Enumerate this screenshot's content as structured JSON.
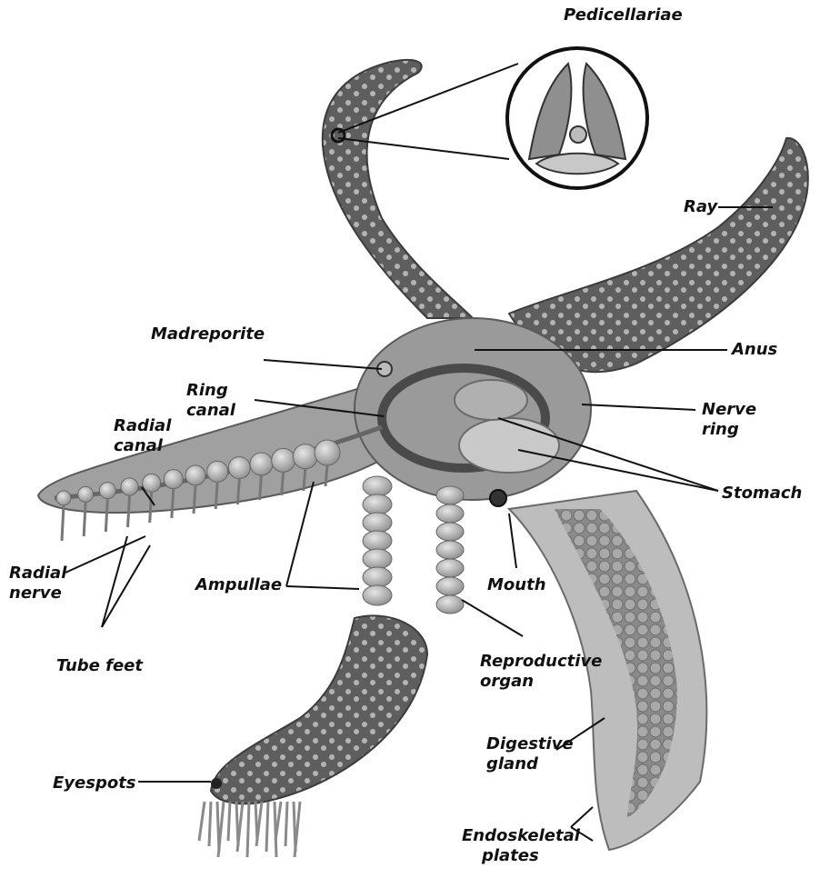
{
  "labels": {
    "pedicellariae": "Pedicellariae",
    "ray": "Ray",
    "madreporite": "Madreporite",
    "anus": "Anus",
    "ring_canal_1": "Ring",
    "ring_canal_2": "canal",
    "nerve_ring_1": "Nerve",
    "nerve_ring_2": "ring",
    "radial_canal_1": "Radial",
    "radial_canal_2": "canal",
    "stomach": "Stomach",
    "radial_nerve_1": "Radial",
    "radial_nerve_2": "nerve",
    "ampullae": "Ampullae",
    "mouth": "Mouth",
    "tube_feet": "Tube feet",
    "reproductive_organ_1": "Reproductive",
    "reproductive_organ_2": "organ",
    "digestive_gland_1": "Digestive",
    "digestive_gland_2": "gland",
    "eyespots": "Eyespots",
    "endoskeletal_plates_1": "Endoskeletal",
    "endoskeletal_plates_2": "plates"
  },
  "colors": {
    "skin": "#5e5e5e",
    "skin_dark": "#3c3c3c",
    "spine": "#b4b4b4",
    "interior": "#9a9a9a",
    "organ": "#a8a8a8",
    "organ_light": "#c9c9c9",
    "leader": "#111111"
  }
}
